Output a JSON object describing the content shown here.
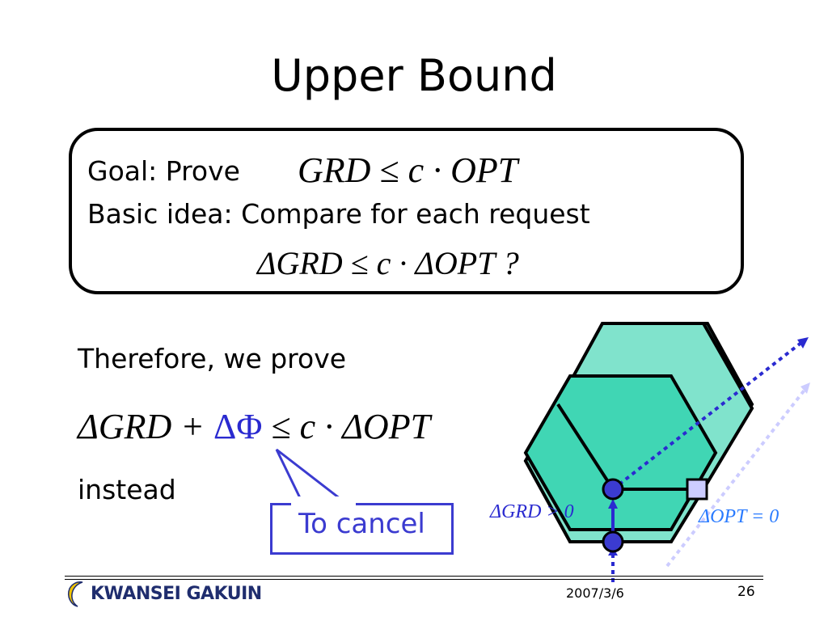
{
  "slide": {
    "title": "Upper Bound",
    "box": {
      "goal_label": "Goal: Prove",
      "goal_formula": "GRD ≤ c · OPT",
      "idea_text": "Basic idea: Compare for each request",
      "idea_formula_lhs": "ΔGRD ≤ c · ΔOPT ?"
    },
    "therefore_text": "Therefore, we prove",
    "main_formula": {
      "part1": "ΔGRD +",
      "part2": "ΔΦ",
      "part3": "≤ c · ΔOPT"
    },
    "instead_text": "instead",
    "callout_text": "To cancel",
    "diagram": {
      "delta_grd_label": "ΔGRD > 0",
      "delta_opt_label": "ΔOPT = 0"
    },
    "footer": {
      "logo_text": "KWANSEI GAKUIN",
      "date": "2007/3/6",
      "page": "26"
    }
  },
  "colors": {
    "hex_outer": "#80e3cc",
    "hex_inner": "#40d6b4",
    "accent_blue": "#2a2ad0",
    "node_fill": "#3b3bd0",
    "light_blue": "#ccccff"
  }
}
